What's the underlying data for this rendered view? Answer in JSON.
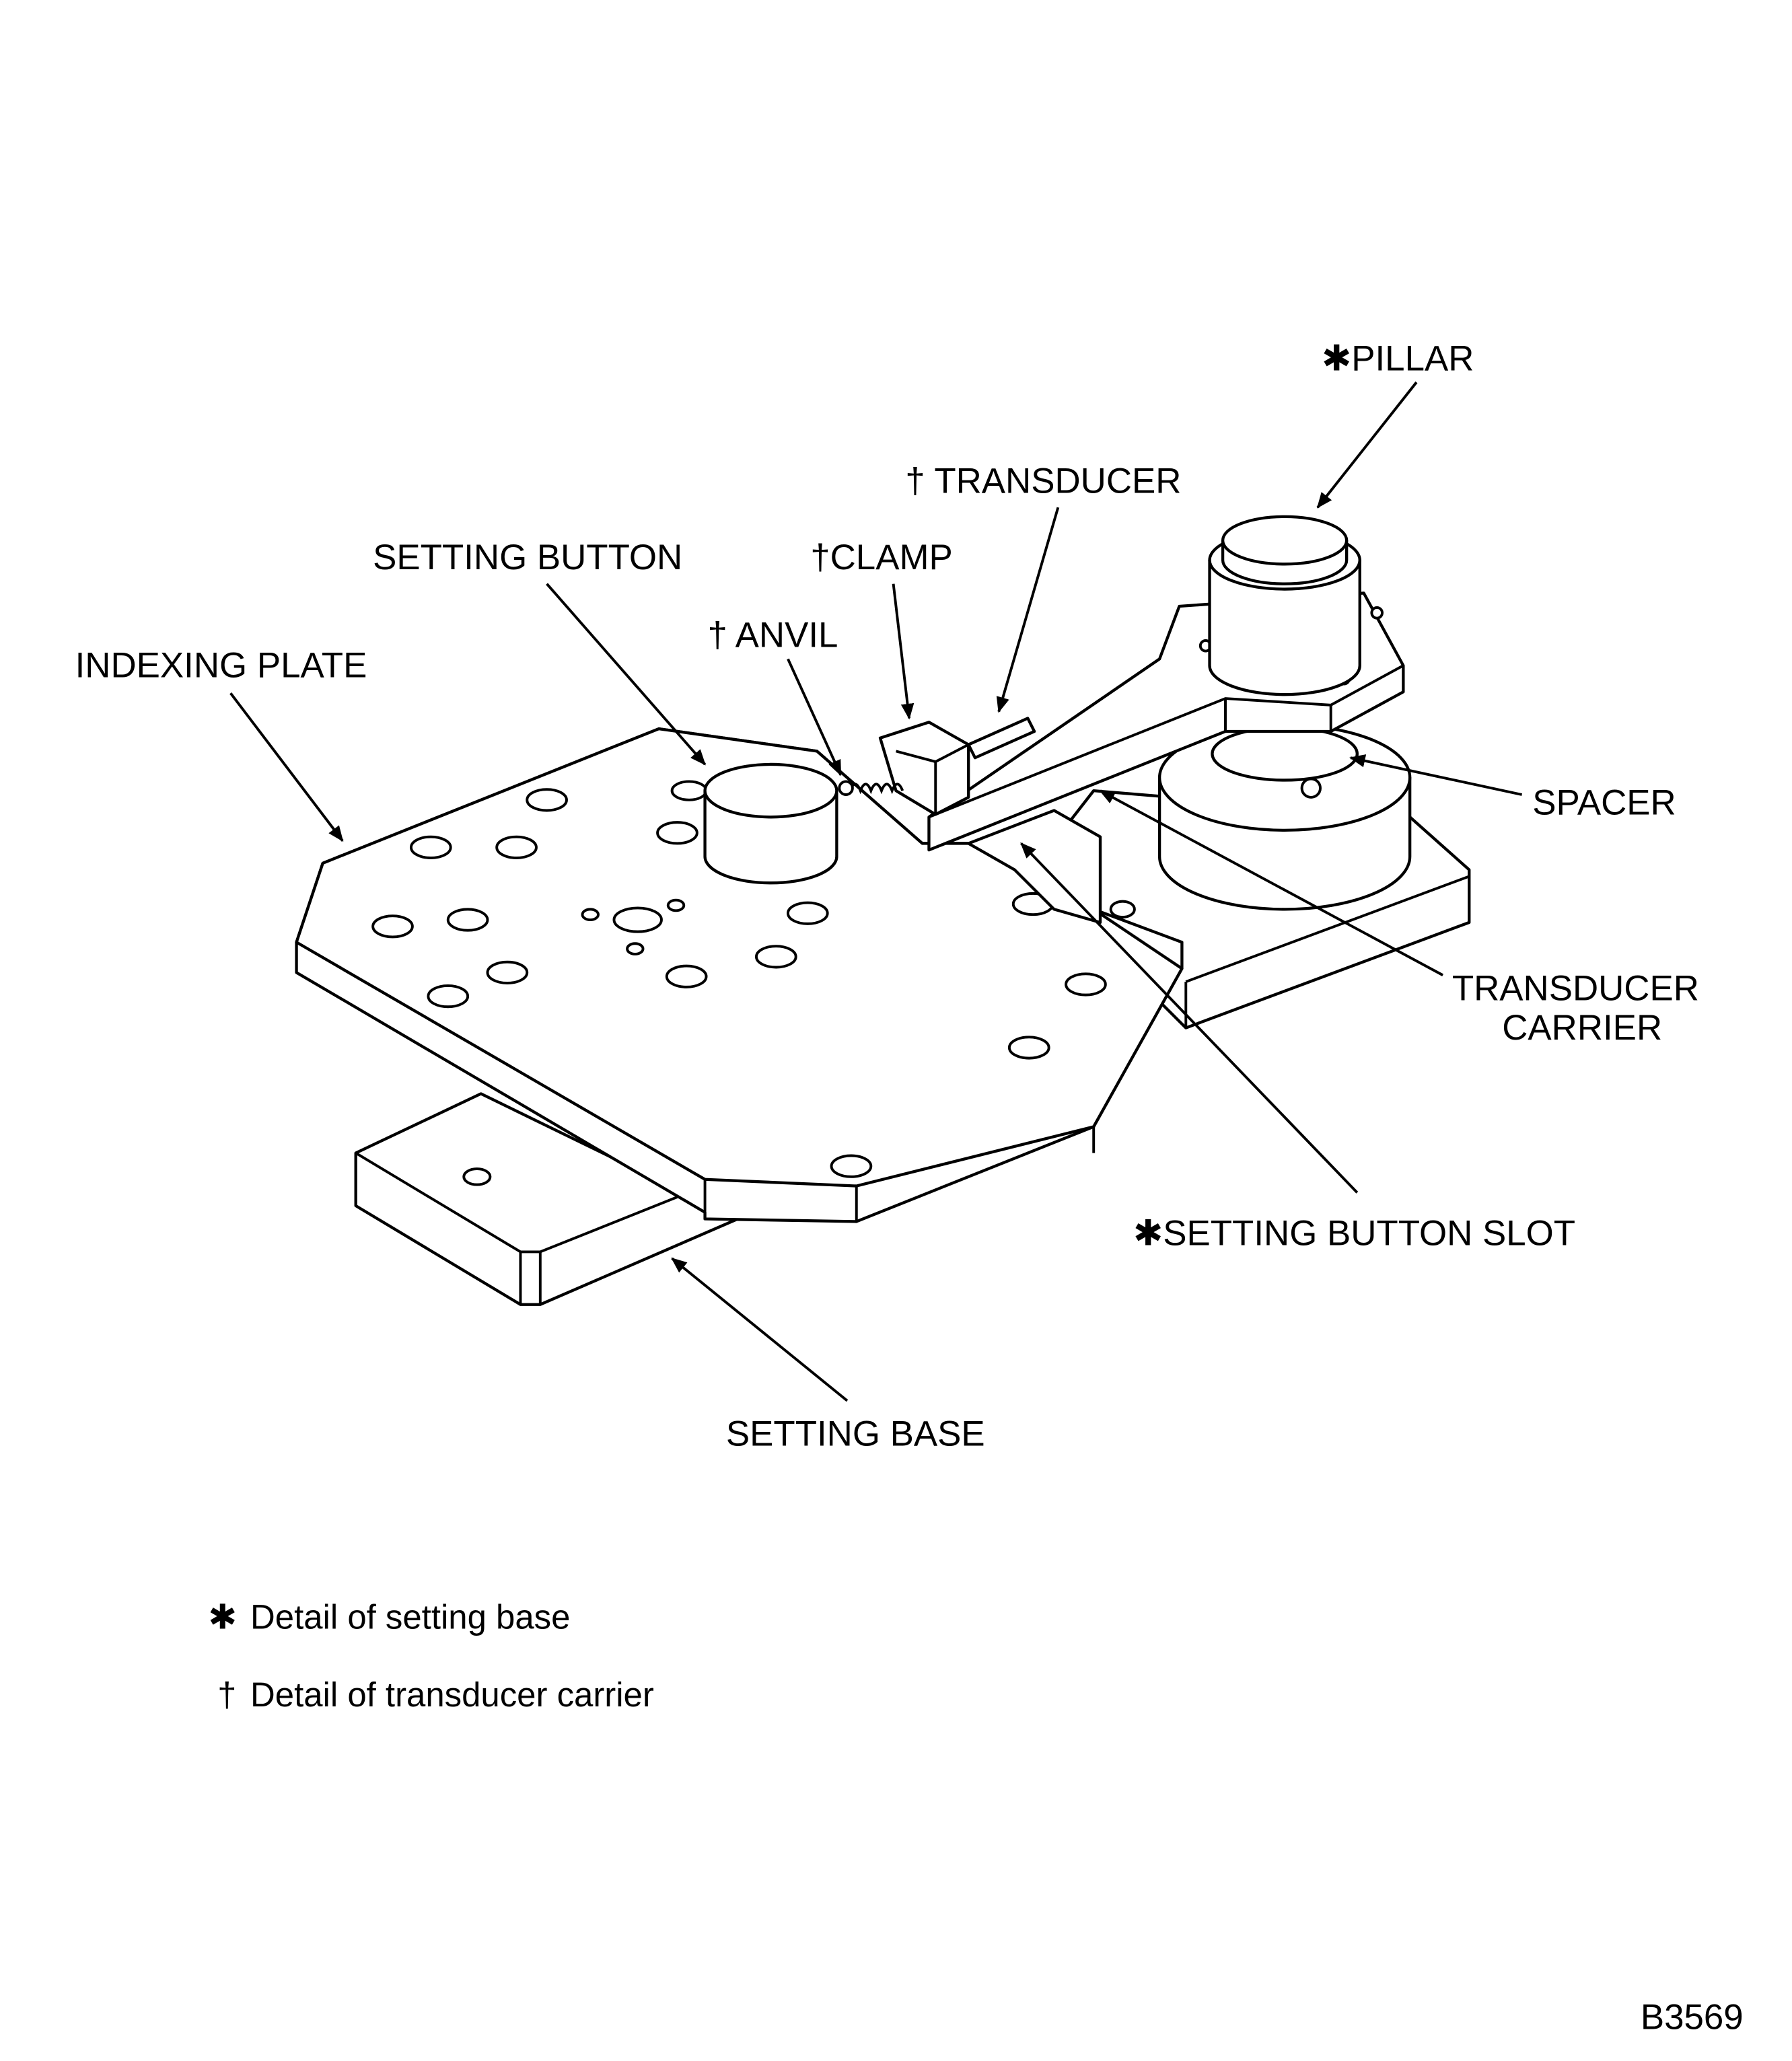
{
  "labels": {
    "pillar": "✱PILLAR",
    "transducer": "† TRANSDUCER",
    "setting_button": "SETTING BUTTON",
    "clamp": "†CLAMP",
    "anvil": "† ANVIL",
    "indexing_plate": "INDEXING PLATE",
    "spacer": "SPACER",
    "transducer_carrier_1": "TRANSDUCER",
    "transducer_carrier_2": "CARRIER",
    "setting_button_slot": "✱SETTING BUTTON SLOT",
    "setting_base": "SETTING BASE"
  },
  "legend": [
    {
      "symbol": "✱",
      "text": "Detail of setting base"
    },
    {
      "symbol": "†",
      "text": "Detail of transducer carrier"
    }
  ],
  "figure_id": "B3569"
}
